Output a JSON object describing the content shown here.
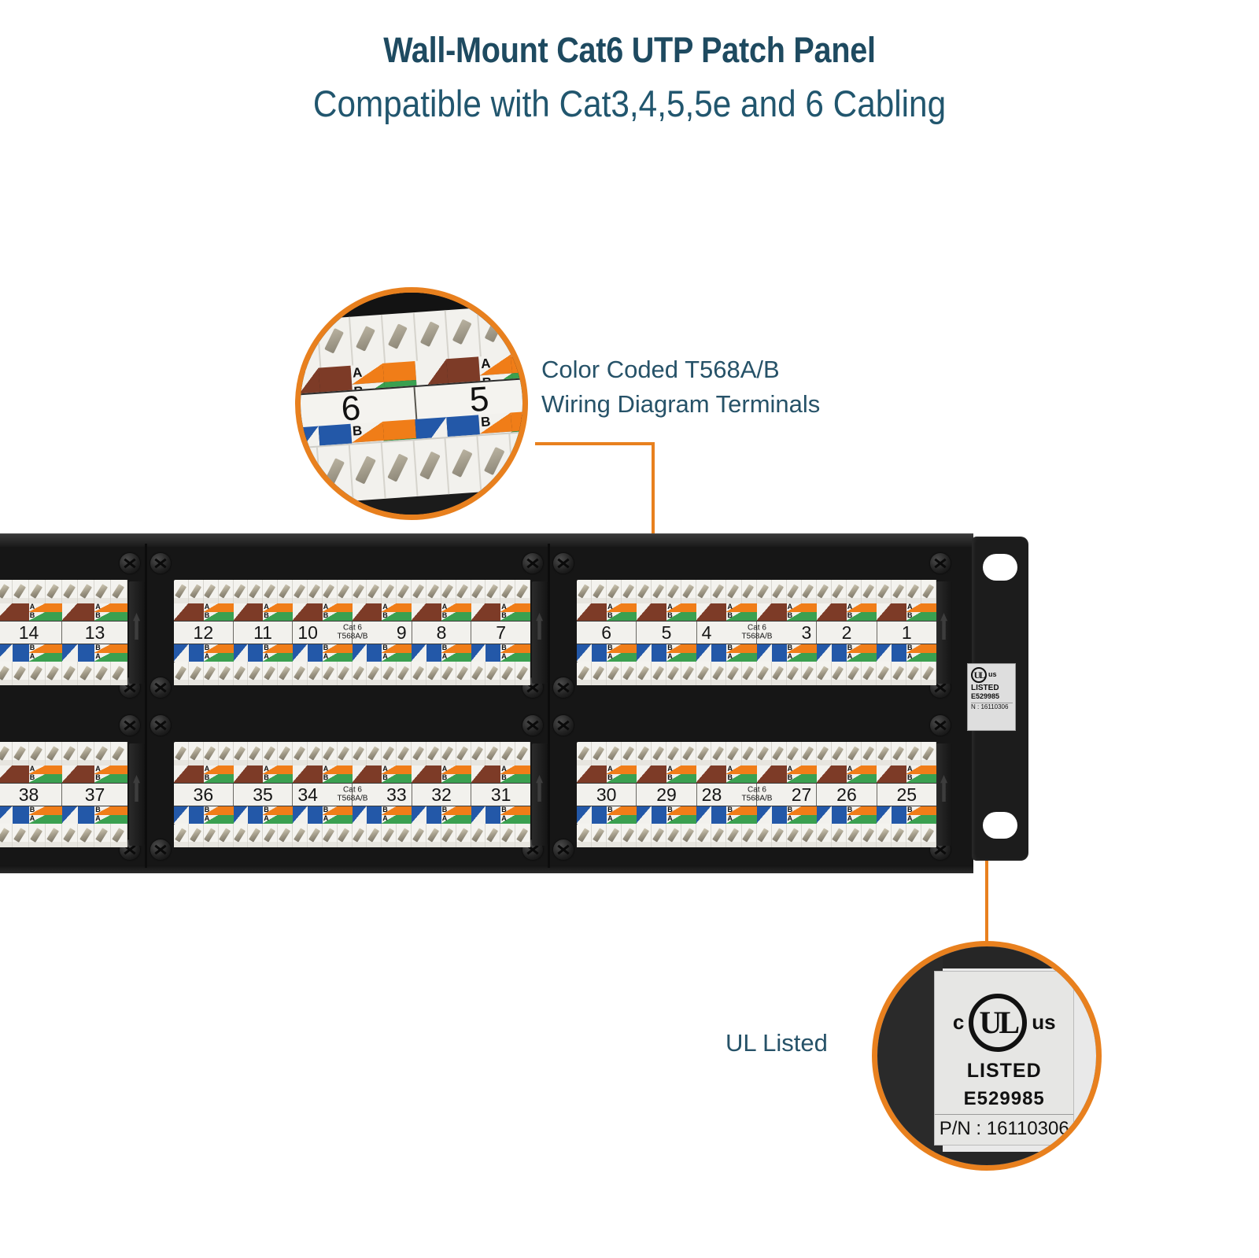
{
  "header": {
    "title": "Wall-Mount Cat6 UTP Patch Panel",
    "subtitle": "Compatible with Cat3,4,5,5e and 6 Cabling"
  },
  "callouts": [
    {
      "id": "wiring",
      "line1": "Color Coded T568A/B",
      "line2": "Wiring Diagram Terminals",
      "zoom_ports": [
        "6",
        "5"
      ]
    },
    {
      "id": "ul",
      "label": "UL Listed"
    }
  ],
  "ul_label": {
    "c_mark": "c",
    "ul_mark": "UL",
    "us_mark": "us",
    "listed": "LISTED",
    "file_number": "E529985",
    "part_number": "P/N : 16110306",
    "part_number_short": "N : 16110306"
  },
  "panel": {
    "cat_tag_line1": "Cat 6",
    "cat_tag_line2": "T568A/B",
    "rows": [
      {
        "name": "upper-row",
        "blocks": [
          {
            "name": "block-left",
            "ports": [
              "14",
              "13"
            ],
            "cat_tag_after": null
          },
          {
            "name": "block-mid",
            "ports": [
              "12",
              "11",
              "10",
              "9",
              "8",
              "7"
            ],
            "cat_tag_after": 2
          },
          {
            "name": "block-right",
            "ports": [
              "6",
              "5",
              "4",
              "3",
              "2",
              "1"
            ],
            "cat_tag_after": 2
          }
        ]
      },
      {
        "name": "lower-row",
        "blocks": [
          {
            "name": "block-left",
            "ports": [
              "38",
              "37"
            ],
            "cat_tag_after": null
          },
          {
            "name": "block-mid",
            "ports": [
              "36",
              "35",
              "34",
              "33",
              "32",
              "31"
            ],
            "cat_tag_after": 2
          },
          {
            "name": "block-right",
            "ports": [
              "30",
              "29",
              "28",
              "27",
              "26",
              "25"
            ],
            "cat_tag_after": 2
          }
        ]
      }
    ]
  },
  "colors": {
    "title": "#1e4a60",
    "subtitle": "#21566e",
    "accent_orange": "#e8801e",
    "panel_black": "#161616",
    "wire_brown": "#7d3b27",
    "wire_orange": "#f07d18",
    "wire_green": "#3aa050",
    "wire_blue": "#2358a8",
    "label_white": "#f2f1ed"
  },
  "wiring_legend": {
    "a_letter": "A",
    "b_letter": "B"
  }
}
